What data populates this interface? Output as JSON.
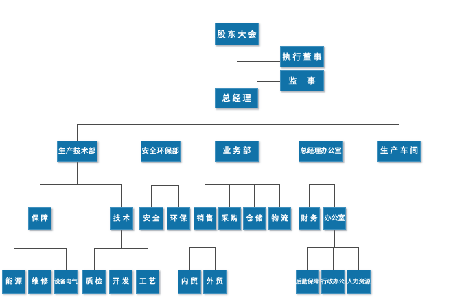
{
  "nodes": {
    "shareholders-meeting": "股东大会",
    "executive-director": "执行董事",
    "supervisor": "监 事",
    "general-manager": "总经理",
    "production-tech-dept": "生产技术部",
    "safety-env-dept": "安全环保部",
    "business-dept": "业务部",
    "gm-office": "总经理办公室",
    "production-workshop": "生产车间",
    "support": "保障",
    "technology": "技术",
    "safety": "安全",
    "environment": "环保",
    "sales": "销售",
    "purchasing": "采购",
    "warehousing": "仓储",
    "logistics": "物流",
    "finance": "财务",
    "office": "办公室",
    "energy": "能源",
    "maintenance": "维修",
    "equipment-electrical": "设备电气",
    "quality-inspection": "质检",
    "development": "开发",
    "process": "工艺",
    "domestic-trade": "内贸",
    "foreign-trade": "外贸",
    "logistics-support": "后勤保障",
    "admin-office": "行政办公",
    "human-resources": "人力资源"
  },
  "hierarchy": {
    "shareholders-meeting": [
      "executive-director",
      "supervisor",
      "general-manager"
    ],
    "general-manager": [
      "production-tech-dept",
      "safety-env-dept",
      "business-dept",
      "gm-office",
      "production-workshop"
    ],
    "production-tech-dept": [
      "support",
      "technology"
    ],
    "safety-env-dept": [
      "safety",
      "environment"
    ],
    "business-dept": [
      "sales",
      "purchasing",
      "warehousing",
      "logistics"
    ],
    "gm-office": [
      "finance",
      "office"
    ],
    "support": [
      "energy",
      "maintenance",
      "equipment-electrical"
    ],
    "technology": [
      "quality-inspection",
      "development",
      "process"
    ],
    "sales": [
      "domestic-trade",
      "foreign-trade"
    ],
    "office": [
      "logistics-support",
      "admin-office",
      "human-resources"
    ]
  },
  "colors": {
    "node_fill": "#1172a8",
    "node_border": "#4090bd",
    "connector": "#4a4a4a",
    "background": "#ffffff"
  }
}
